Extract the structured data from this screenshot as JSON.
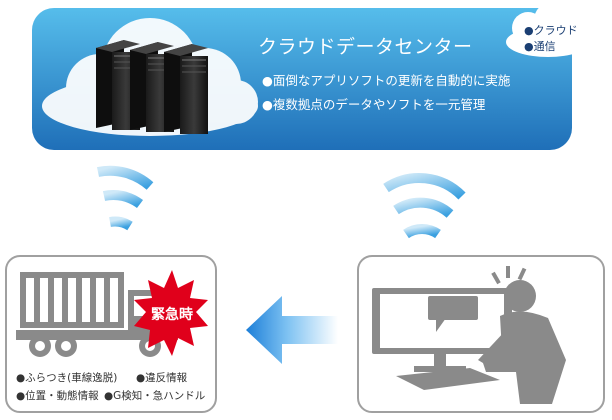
{
  "datacenter": {
    "title": "クラウドデータセンター",
    "bullets": [
      "●面倒なアプリソフトの更新を自動的に実施",
      "●複数拠点のデータやソフトを一元管理"
    ]
  },
  "badge": {
    "items": [
      "●クラウド",
      "●通信"
    ]
  },
  "truck_panel": {
    "emergency_label": "緊急時",
    "bullets_row1": [
      "●ふらつき(車線逸脱)",
      "●違反情報"
    ],
    "bullets_row2": [
      "●位置・動態情報",
      "●G検知・急ハンドル"
    ]
  },
  "colors": {
    "panel_blue_top": "#4fb3e6",
    "panel_blue_bottom": "#1e6fb8",
    "emergency_red": "#e0001b",
    "arrow_blue": "#2f8fe0",
    "panel_border": "#9a9a9a",
    "pictogram_gray": "#8a8a8a"
  },
  "icons": [
    "server-rack-icon",
    "cloud-icon",
    "wifi-signal-icon",
    "truck-icon",
    "starburst-icon",
    "arrow-left-icon",
    "office-worker-icon"
  ]
}
